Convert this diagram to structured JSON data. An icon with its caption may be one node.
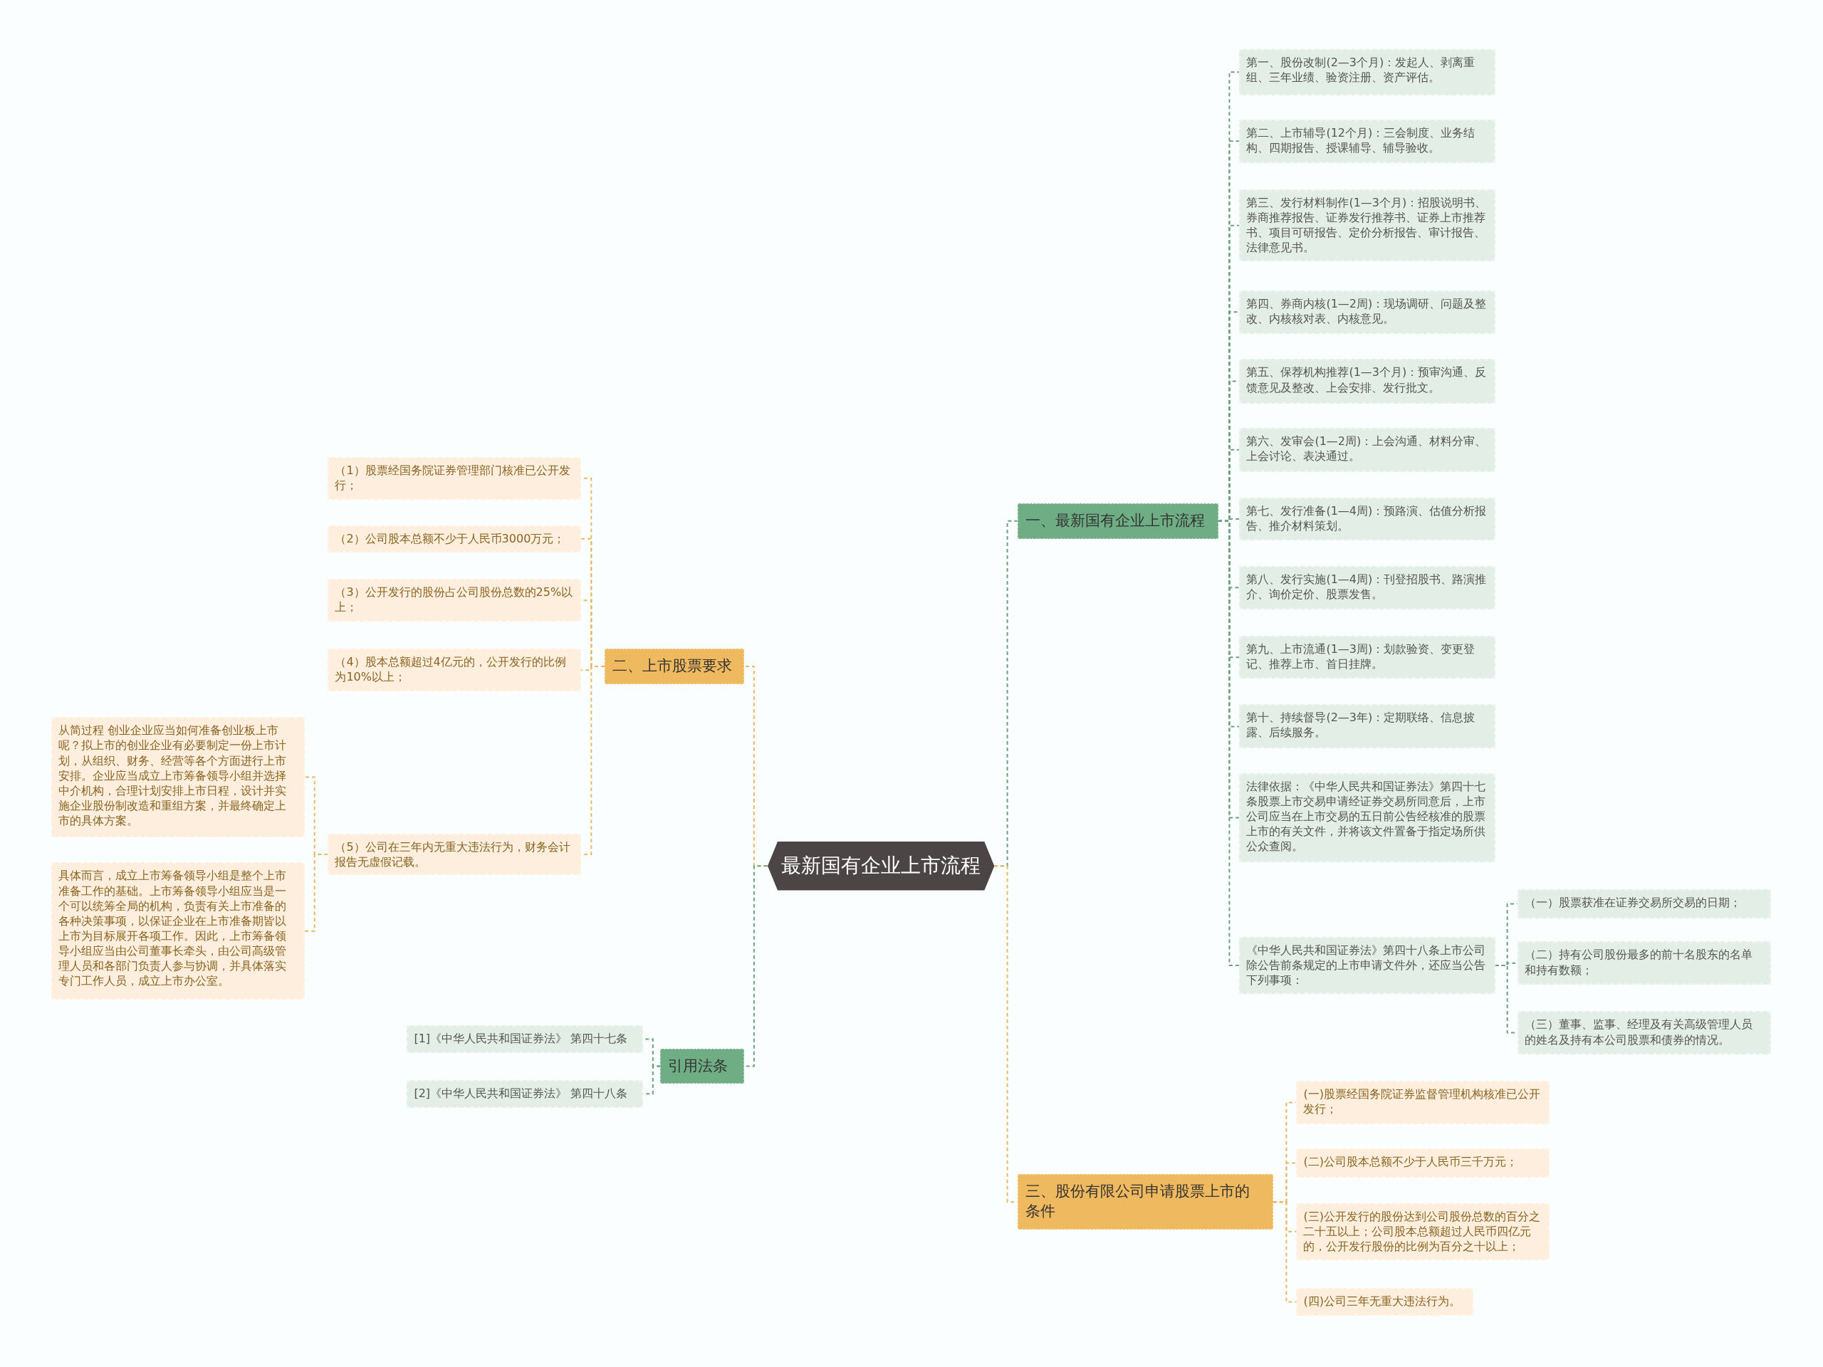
{
  "diagram": {
    "nodes": [
      {
        "text": [
          "最新国有企业上市流程"
        ]
      },
      {
        "text": [
          "一、最新国有企业上市流程"
        ]
      },
      {
        "text": [
          "第一、股份改制(2—3个月)：发起人、剥离重组、三年业绩、验资注册、资产评估。"
        ]
      },
      {
        "text": [
          "第二、上市辅导(12个月)：三会制度、业务结构、四期报告、授课辅导、辅导验收。"
        ]
      },
      {
        "text": [
          "第三、发行材料制作(1—3个月)：招股说明书、券商推荐报告、证券发行推荐书、证券上市推荐书、项目可研报告、定价分析报告、审计报告、法律意见书。"
        ]
      },
      {
        "text": [
          "第四、券商内核(1—2周)：现场调研、问题及整改、内核核对表、内核意见。"
        ]
      },
      {
        "text": [
          "第五、保荐机构推荐(1—3个月)：预审沟通、反馈意见及整改、上会安排、发行批文。"
        ]
      },
      {
        "text": [
          "第六、发审会(1—2周)：上会沟通、材料分审、上会讨论、表决通过。"
        ]
      },
      {
        "text": [
          "第七、发行准备(1—4周)：预路演、估值分析报告、推介材料策划。"
        ]
      },
      {
        "text": [
          "第八、发行实施(1—4周)：刊登招股书、路演推介、询价定价、股票发售。"
        ]
      },
      {
        "text": [
          "第九、上市流通(1—3周)：划款验资、变更登记、推荐上市、首日挂牌。"
        ]
      },
      {
        "text": [
          "第十、持续督导(2—3年)：定期联络、信息披露、后续服务。"
        ]
      },
      {
        "text": [
          "法律依据：《中华人民共和国证券法》第四十七条股票上市交易申请经证券交易所同意后，上市公司应当在上市交易的五日前公告经核准的股票上市的有关文件，并将该文件置备于指定场所供公众查阅。"
        ]
      },
      {
        "text": [
          "《中华人民共和国证券法》第四十八条上市公司除公告前条规定的上市申请文件外，还应当公告下列事项："
        ]
      },
      {
        "text": [
          "（一）股票获准在证券交易所交易的日期；"
        ]
      },
      {
        "text": [
          "（二）持有公司股份最多的前十名股东的名单和持有数额；"
        ]
      },
      {
        "text": [
          "（三）董事、监事、经理及有关高级管理人员的姓名及持有本公司股票和债券的情况。"
        ]
      },
      {
        "text": [
          "二、上市股票要求"
        ]
      },
      {
        "text": [
          "（1）股票经国务院证券管理部门核准已公开发行；"
        ]
      },
      {
        "text": [
          "（2）公司股本总额不少于人民币3000万元；"
        ]
      },
      {
        "text": [
          "（3）公开发行的股份占公司股份总数的25%以上；"
        ]
      },
      {
        "text": [
          "（4）股本总额超过4亿元的，公开发行的比例为10%以上；"
        ]
      },
      {
        "text": [
          "（5）公司在三年内无重大违法行为，财务会计报告无虚假记载。"
        ]
      },
      {
        "text": [
          "从简过程 创业企业应当如何准备创业板上市呢？拟上市的创业企业有必要制定一份上市计划，从组织、财务、经营等各个方面进行上市安排。企业应当成立上市筹备领导小组并选择中介机构，合理计划安排上市日程，设计并实施企业股份制改造和重组方案，并最终确定上市的具体方案。"
        ]
      },
      {
        "text": [
          "具体而言，成立上市筹备领导小组是整个上市准备工作的基础。上市筹备领导小组应当是一个可以统筹全局的机构，负责有关上市准备的各种决策事项，以保证企业在上市准备期皆以上市为目标展开各项工作。因此，上市筹备领导小组应当由公司董事长牵头，由公司高级管理人员和各部门负责人参与协调，并具体落实专门工作人员，成立上市办公室。"
        ]
      },
      {
        "text": [
          "引用法条"
        ]
      },
      {
        "text": [
          "[1]《中华人民共和国证券法》 第四十七条"
        ]
      },
      {
        "text": [
          "[2]《中华人民共和国证券法》 第四十八条"
        ]
      },
      {
        "text": [
          "三、股份有限公司申请股票上市的条件"
        ]
      },
      {
        "text": [
          "(一)股票经国务院证券监督管理机构核准已公开发行；"
        ]
      },
      {
        "text": [
          "(二)公司股本总额不少于人民币三千万元；"
        ]
      },
      {
        "text": [
          "(三)公开发行的股份达到公司股份总数的百分之二十五以上；公司股本总额超过人民币四亿元的，公开发行股份的比例为百分之十以上；"
        ]
      },
      {
        "text": [
          "(四)公司三年无重大违法行为。"
        ]
      }
    ],
    "edges": [
      {
        "from": 0,
        "to": 1,
        "arrow": "none"
      },
      {
        "from": 1,
        "to": 2,
        "arrow": "none"
      },
      {
        "from": 1,
        "to": 3,
        "arrow": "none"
      },
      {
        "from": 1,
        "to": 4,
        "arrow": "none"
      },
      {
        "from": 1,
        "to": 5,
        "arrow": "none"
      },
      {
        "from": 1,
        "to": 6,
        "arrow": "none"
      },
      {
        "from": 1,
        "to": 7,
        "arrow": "none"
      },
      {
        "from": 1,
        "to": 8,
        "arrow": "none"
      },
      {
        "from": 1,
        "to": 9,
        "arrow": "none"
      },
      {
        "from": 1,
        "to": 10,
        "arrow": "none"
      },
      {
        "from": 1,
        "to": 11,
        "arrow": "none"
      },
      {
        "from": 1,
        "to": 12,
        "arrow": "none"
      },
      {
        "from": 1,
        "to": 13,
        "arrow": "none"
      },
      {
        "from": 13,
        "to": 14,
        "arrow": "none"
      },
      {
        "from": 13,
        "to": 15,
        "arrow": "none"
      },
      {
        "from": 13,
        "to": 16,
        "arrow": "none"
      },
      {
        "from": 0,
        "to": 17,
        "arrow": "none",
        "color": "#e6b86a"
      },
      {
        "from": 17,
        "to": 18,
        "arrow": "none",
        "color": "#e6b86a"
      },
      {
        "from": 17,
        "to": 19,
        "arrow": "none",
        "color": "#e6b86a"
      },
      {
        "from": 17,
        "to": 20,
        "arrow": "none",
        "color": "#e6b86a"
      },
      {
        "from": 17,
        "to": 21,
        "arrow": "none",
        "color": "#e6b86a"
      },
      {
        "from": 17,
        "to": 22,
        "arrow": "none",
        "color": "#e6b86a"
      },
      {
        "from": 22,
        "to": 23,
        "arrow": "none",
        "color": "#e6b86a"
      },
      {
        "from": 22,
        "to": 24,
        "arrow": "none",
        "color": "#e6b86a"
      },
      {
        "from": 0,
        "to": 25,
        "arrow": "none"
      },
      {
        "from": 25,
        "to": 26,
        "arrow": "none"
      },
      {
        "from": 25,
        "to": 27,
        "arrow": "none"
      },
      {
        "from": 0,
        "to": 28,
        "arrow": "none",
        "color": "#e6b86a"
      },
      {
        "from": 28,
        "to": 29,
        "arrow": "none",
        "color": "#e6b86a"
      },
      {
        "from": 28,
        "to": 30,
        "arrow": "none",
        "color": "#e6b86a"
      },
      {
        "from": 28,
        "to": 31,
        "arrow": "none",
        "color": "#e6b86a"
      },
      {
        "from": 28,
        "to": 32,
        "arrow": "none",
        "color": "#e6b86a"
      }
    ]
  }
}
